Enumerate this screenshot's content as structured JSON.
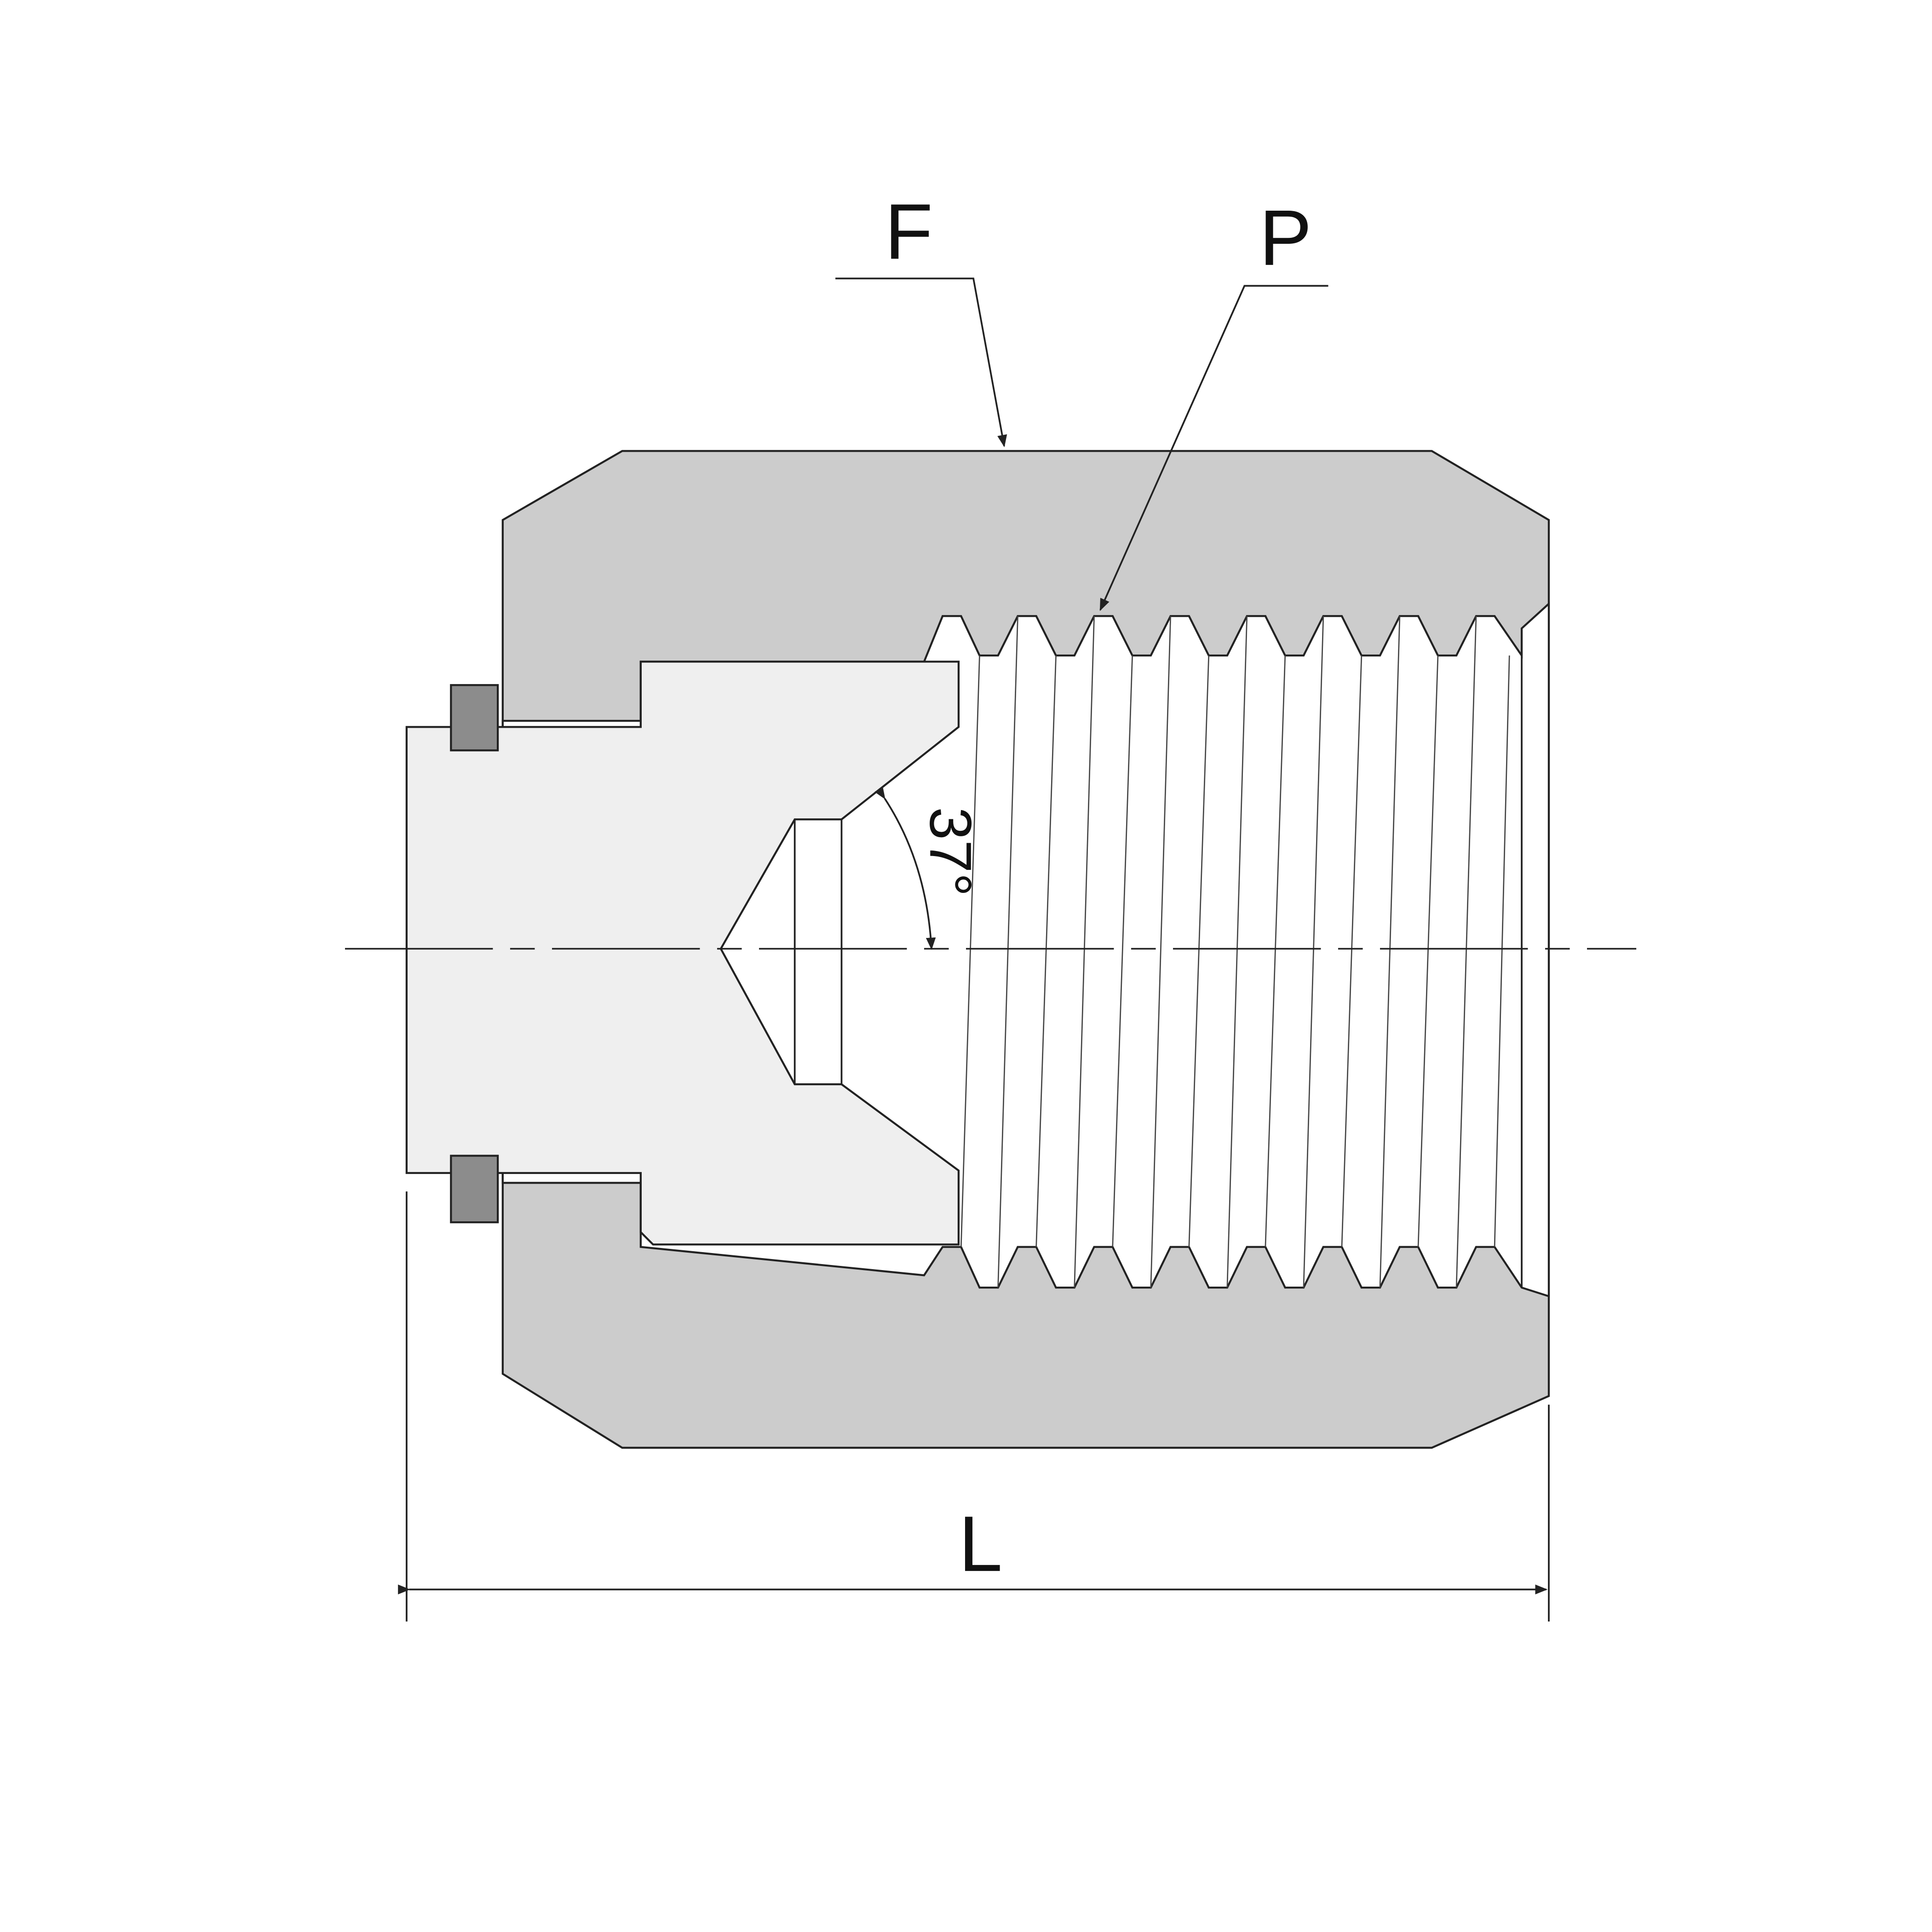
{
  "labels": {
    "hex_flats": "F",
    "thread_port": "P",
    "length": "L",
    "cone_angle": "37°"
  },
  "colors": {
    "body": "#cccccc",
    "plug": "#efefef",
    "seal": "#8c8c8c",
    "line": "#222222"
  }
}
